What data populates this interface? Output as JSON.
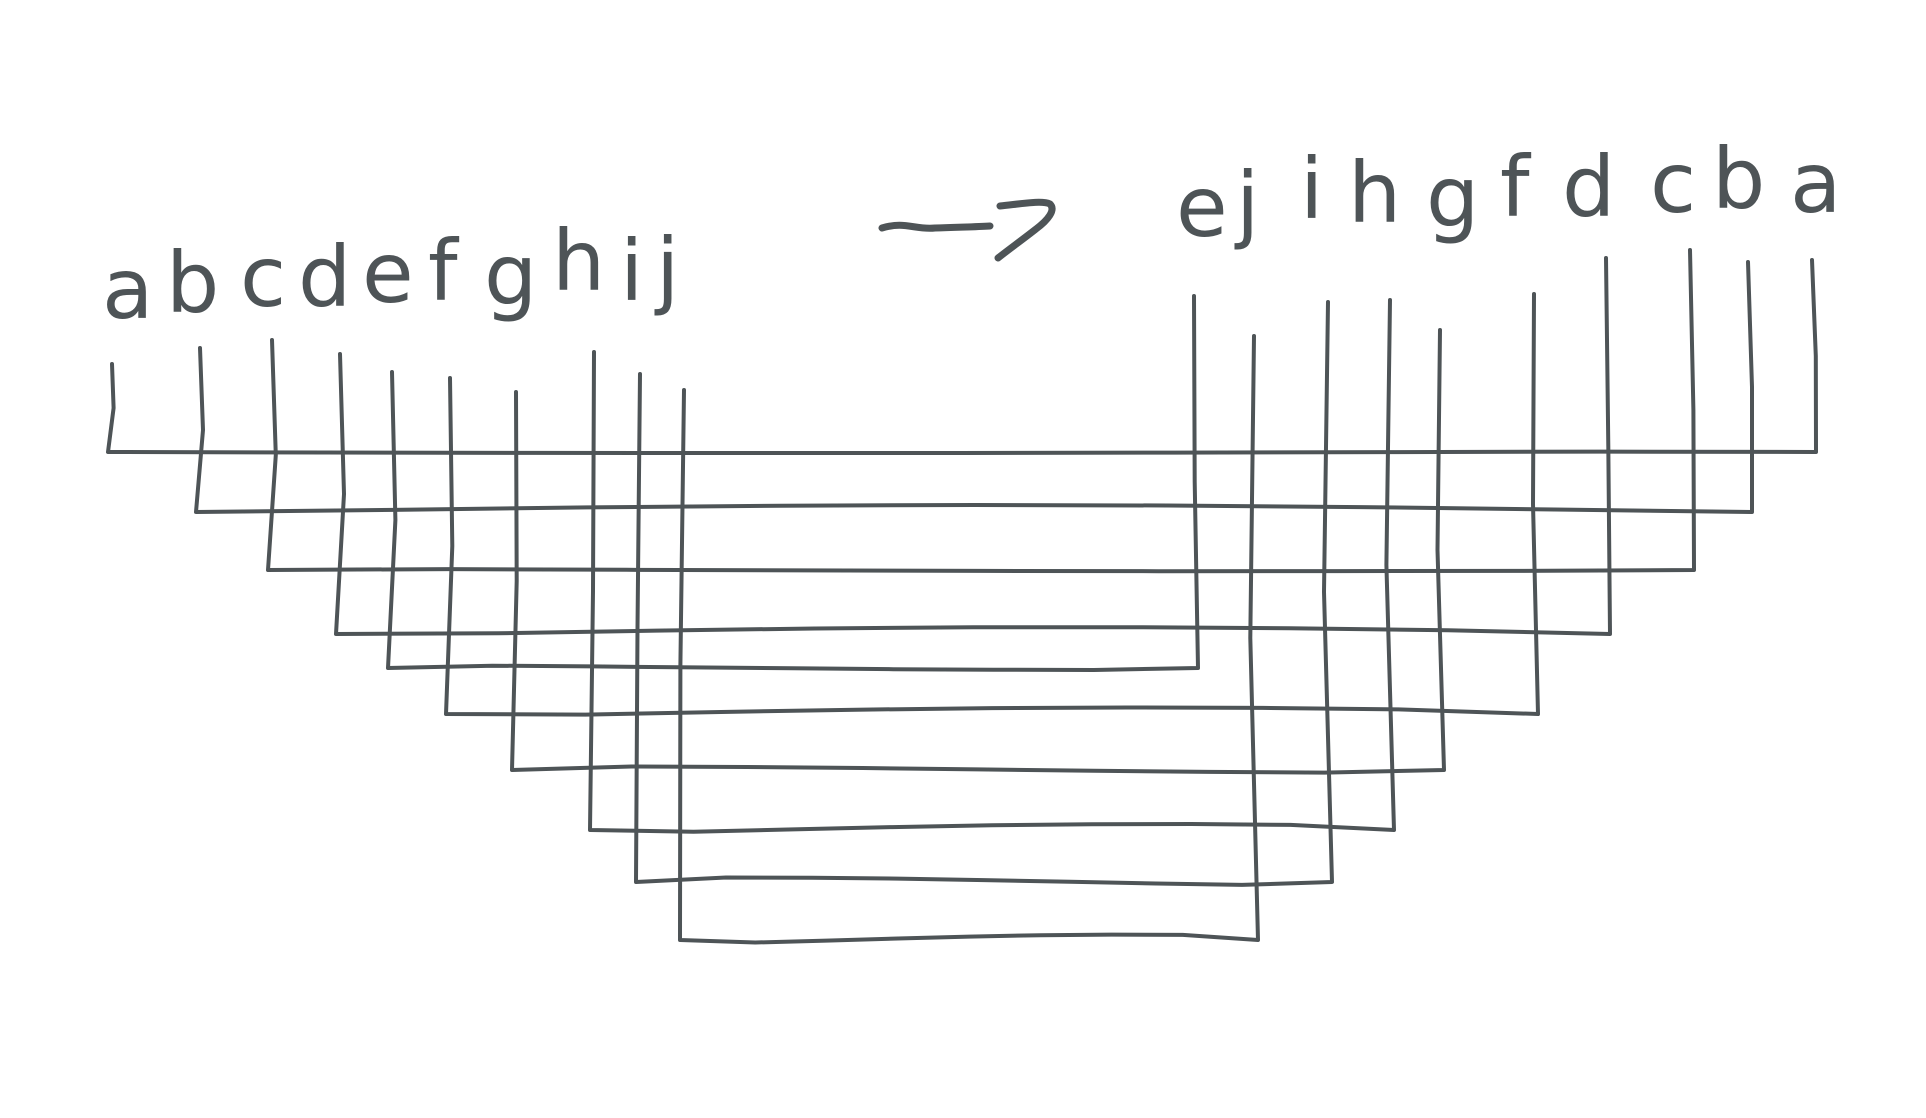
{
  "diagram": {
    "ink_color": "#4e5457",
    "background": "#ffffff",
    "input_letters": [
      "a",
      "b",
      "c",
      "d",
      "e",
      "f",
      "g",
      "h",
      "i",
      "j"
    ],
    "output_letters": [
      "e",
      "j",
      "i",
      "h",
      "g",
      "f",
      "d",
      "c",
      "b",
      "a"
    ],
    "connections": [
      {
        "from": 0,
        "to": 9
      },
      {
        "from": 1,
        "to": 8
      },
      {
        "from": 2,
        "to": 7
      },
      {
        "from": 3,
        "to": 6
      },
      {
        "from": 4,
        "to": 0
      },
      {
        "from": 5,
        "to": 5
      },
      {
        "from": 6,
        "to": 4
      },
      {
        "from": 7,
        "to": 3
      },
      {
        "from": 8,
        "to": 2
      },
      {
        "from": 9,
        "to": 1
      }
    ]
  }
}
